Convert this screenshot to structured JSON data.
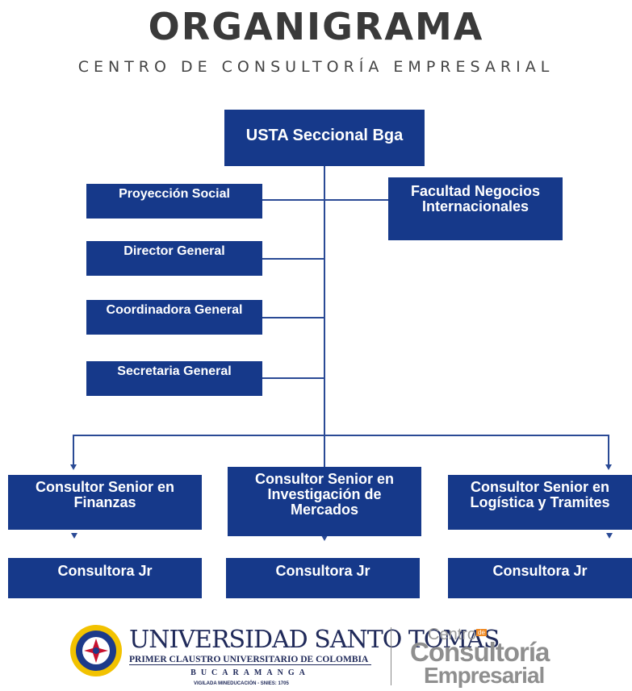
{
  "header": {
    "title": "ORGANIGRAMA",
    "subtitle": "CENTRO DE CONSULTORÍA EMPRESARIAL"
  },
  "org": {
    "root": "USTA Seccional Bga",
    "proyeccion": "Proyección Social",
    "facultad": [
      "Facultad Negocios",
      "Internacionales"
    ],
    "director": "Director General",
    "coordinadora": "Coordinadora General",
    "secretaria": "Secretaria General",
    "senior_finanzas": [
      "Consultor Senior en",
      "Finanzas"
    ],
    "senior_mercados": [
      "Consultor Senior en",
      "Investigación de",
      "Mercados"
    ],
    "senior_logistica": [
      "Consultor Senior en",
      "Logística y Tramites"
    ],
    "jr_1": "Consultora Jr",
    "jr_2": "Consultora Jr",
    "jr_3": "Consultora Jr"
  },
  "footer": {
    "usta_name": "UNIVERSIDAD SANTO TOMAS",
    "usta_sub": "PRIMER CLAUSTRO UNIVERSITARIO DE COLOMBIA",
    "usta_city": "BUCARAMANGA",
    "usta_vig": "VIGILADA MINEDUCACIÓN - SNIES: 1705",
    "cce_centro": "Centro",
    "cce_de": "de",
    "cce_consultoria": "Consultoría",
    "cce_empresarial": "Empresarial"
  },
  "colors": {
    "box": "#16398a",
    "line": "#2a4a95",
    "title": "#3a3a3a",
    "accent": "#f08a24"
  }
}
